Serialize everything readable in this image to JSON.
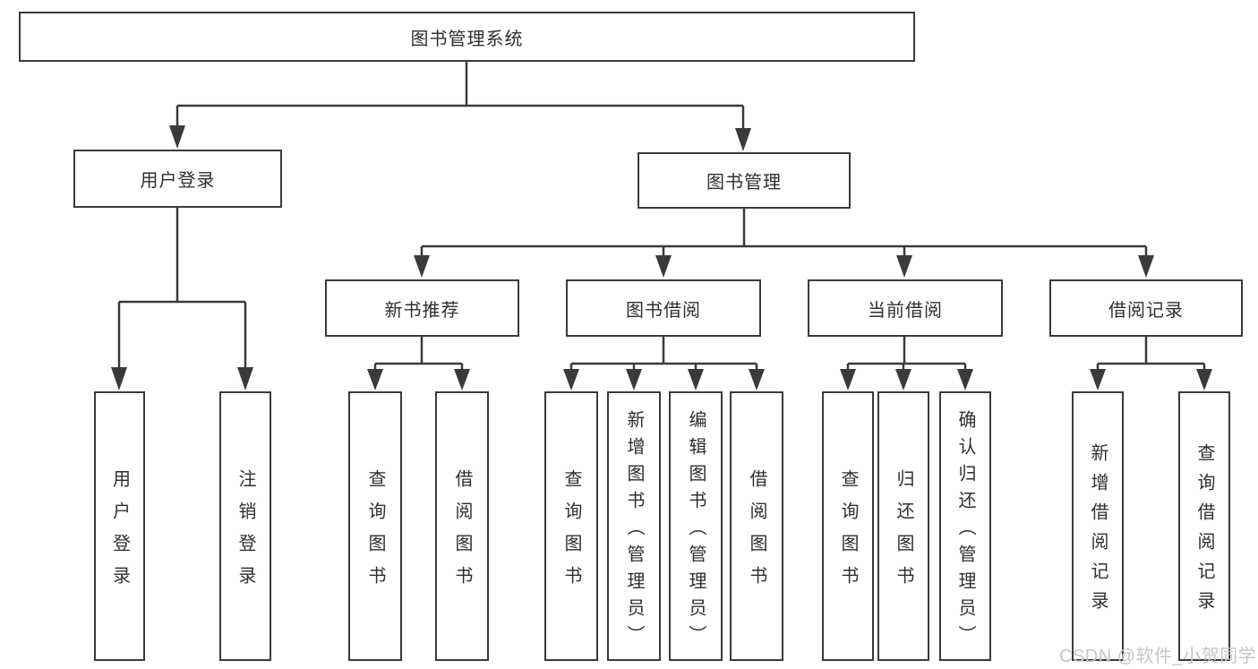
{
  "diagram": {
    "root": {
      "label": "图书管理系统"
    },
    "branches": [
      {
        "label": "用户登录",
        "children": [
          {
            "label": "用户登录"
          },
          {
            "label": "注销登录"
          }
        ]
      },
      {
        "label": "图书管理",
        "sections": [
          {
            "label": "新书推荐",
            "children": [
              {
                "label": "查询图书"
              },
              {
                "label": "借阅图书"
              }
            ]
          },
          {
            "label": "图书借阅",
            "children": [
              {
                "label": "查询图书"
              },
              {
                "label": "新增图书（管理员）"
              },
              {
                "label": "编辑图书（管理员）"
              },
              {
                "label": "借阅图书"
              }
            ]
          },
          {
            "label": "当前借阅",
            "children": [
              {
                "label": "查询图书"
              },
              {
                "label": "归还图书"
              },
              {
                "label": "确认归还（管理员）"
              }
            ]
          },
          {
            "label": "借阅记录",
            "children": [
              {
                "label": "新增借阅记录"
              },
              {
                "label": "查询借阅记录"
              }
            ]
          }
        ]
      }
    ]
  },
  "watermark": {
    "text": "CSDN @软件_小贺同学"
  },
  "colors": {
    "line": "#3a3a3a",
    "box_border": "#3a3a3a",
    "text": "#2f2f2f",
    "watermark": "#c5c5c5",
    "background": "#ffffff"
  }
}
